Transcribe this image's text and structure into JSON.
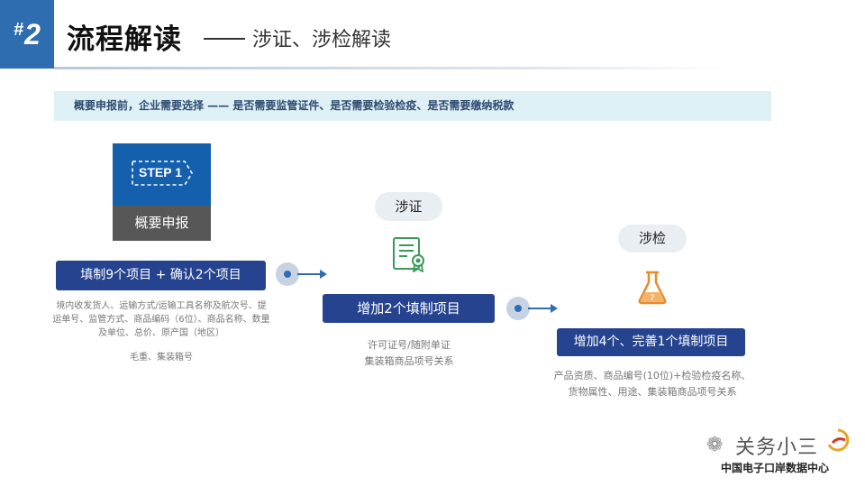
{
  "header": {
    "hash": "#",
    "number": "2",
    "title": "流程解读",
    "subtitle": "涉证、涉检解读"
  },
  "banner": "概要申报前，企业需要选择 —— 是否需要监管证件、是否需要检验检疫、是否需要缴纳税款",
  "step": {
    "badge": "STEP 1",
    "label": "概要申报",
    "button": "填制9个项目 + 确认2个项目",
    "notes": "境内收发货人、运输方式/运输工具名称及航次号、提运单号、监管方式、商品编码（6位）、商品名称、数量及单位、总价、原产国（地区）",
    "notes_extra": "毛重、集装箱号"
  },
  "certificate": {
    "tag": "涉证",
    "button": "增加2个填制项目",
    "notes_line1": "许可证号/随附单证",
    "notes_line2": "集装箱商品项号关系"
  },
  "inspection": {
    "tag": "涉检",
    "button": "增加4个、完善1个填制项目",
    "notes_line1": "产品资质、商品编号(10位)+检验检疫名称、",
    "notes_line2": "货物属性、用途、集装箱商品项号关系"
  },
  "watermark": {
    "title": "关务小三",
    "subtitle": "中国电子口岸数据中心"
  },
  "colors": {
    "accent_blue": "#25438f",
    "header_blue": "#2e6db0",
    "step_blue": "#1560ac",
    "banner_bg": "#dff0f5",
    "icon_green": "#3a9a5b",
    "icon_orange": "#e88a2a"
  }
}
